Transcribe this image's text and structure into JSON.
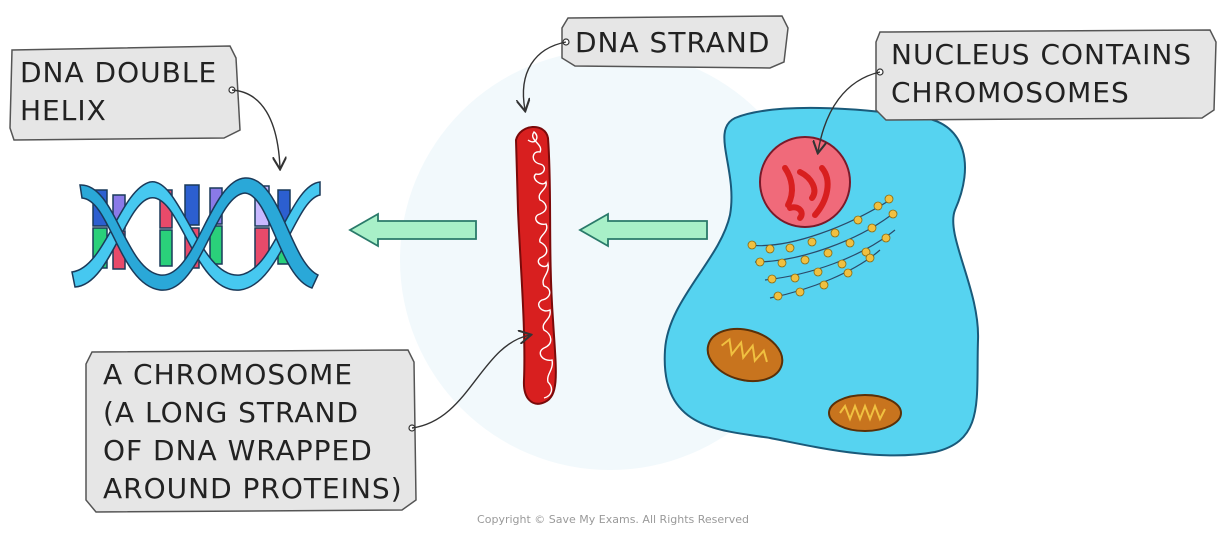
{
  "labels": {
    "double_helix": [
      "DNA DOUBLE",
      "HELIX"
    ],
    "dna_strand": [
      "DNA STRAND"
    ],
    "nucleus": [
      "NUCLEUS CONTAINS",
      "CHROMOSOMES"
    ],
    "chromosome": [
      "A CHROMOSOME",
      "(A LONG STRAND",
      "OF DNA WRAPPED",
      "AROUND PROTEINS)"
    ]
  },
  "copyright": "Copyright © Save My Exams. All Rights Reserved",
  "colors": {
    "label_fill": "#e6e6e6",
    "label_stroke": "#555555",
    "arrow": "#a8f0c8",
    "arrow_stroke": "#2a7a6a",
    "helix_backbone": "#46c8f0",
    "chromosome": "#d81f1f",
    "cell": "#56d3f0",
    "nucleus": "#f06a7a",
    "mitochondria": "#c8741e",
    "ribosome": "#f0c040"
  }
}
